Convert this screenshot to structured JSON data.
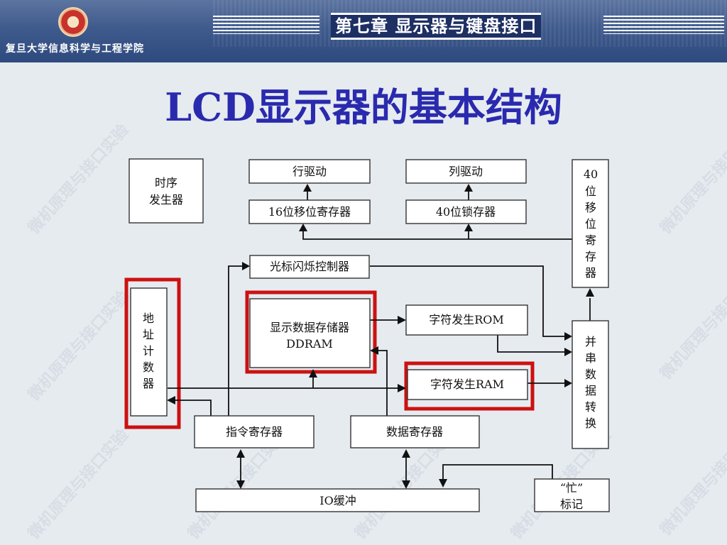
{
  "header": {
    "school_name": "复旦大学信息科学与工程学院",
    "chapter_title": "第七章 显示器与键盘接口",
    "logo_icon": "university-seal-icon"
  },
  "slide": {
    "title": "LCD显示器的基本结构"
  },
  "watermark": "微机原理与接口实验",
  "colors": {
    "title": "#2a2aae",
    "highlight": "#cc1111",
    "header": "#3f5a8c"
  },
  "blocks": {
    "timing_generator": [
      "时序",
      "发生器"
    ],
    "row_driver": "行驱动",
    "col_driver": "列驱动",
    "shift_register_16": "16位移位寄存器",
    "latch_40": "40位锁存器",
    "shift_register_40": [
      "40",
      "位",
      "移",
      "位",
      "寄",
      "存",
      "器"
    ],
    "cursor_blink": "光标闪烁控制器",
    "address_counter": [
      "地",
      "址",
      "计",
      "数",
      "器"
    ],
    "display_ram": [
      "显示数据存储器",
      "DDRAM"
    ],
    "char_rom": "字符发生ROM",
    "char_ram": "字符发生RAM",
    "parallel_serial": [
      "并",
      "串",
      "数",
      "据",
      "转",
      "换"
    ],
    "instruction_register": "指令寄存器",
    "data_register": "数据寄存器",
    "io_buffer": "IO缓冲",
    "busy_flag": [
      "“忙”",
      "标记"
    ]
  }
}
